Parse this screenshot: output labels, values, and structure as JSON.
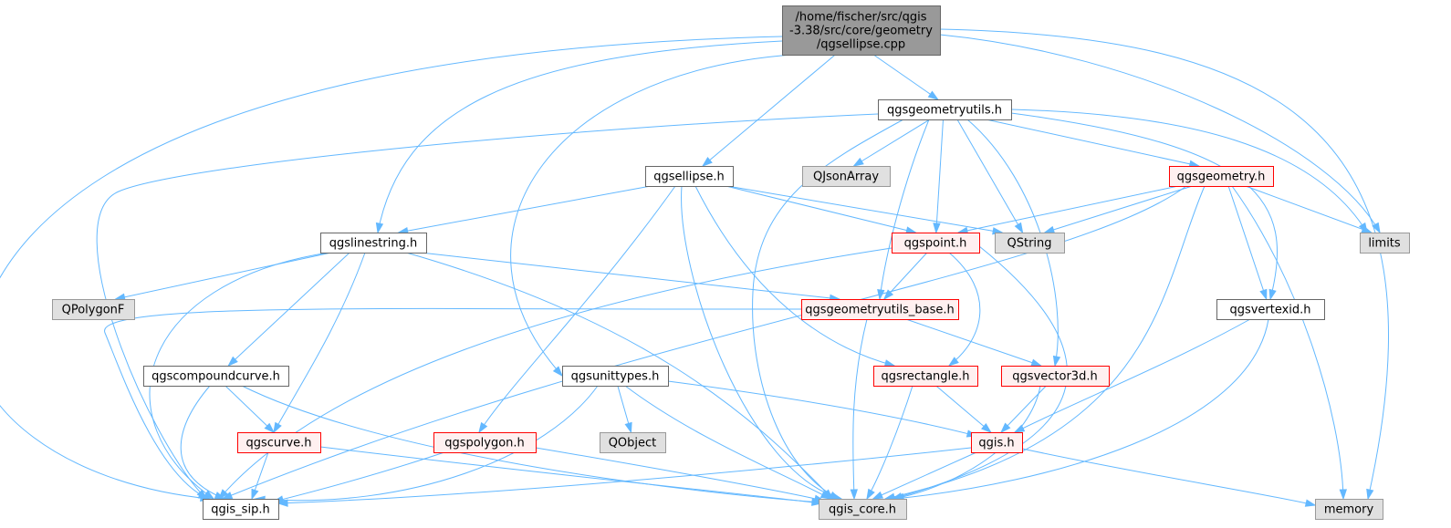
{
  "colors": {
    "edge": "#63b8ff",
    "root_fill": "#999999",
    "root_border": "#666666",
    "file_fill": "#ffffff",
    "file_border": "#666666",
    "truncated_fill": "#fff0f0",
    "truncated_border": "#ff0000",
    "external_fill": "#e0e0e0",
    "external_border": "#999999"
  },
  "nodes": [
    {
      "id": "root",
      "kind": "root",
      "lines": [
        "/home/fischer/src/qgis",
        "-3.38/src/core/geometry",
        "/qgsellipse.cpp"
      ]
    },
    {
      "id": "geometryutils",
      "kind": "file",
      "lines": [
        "qgsgeometryutils.h"
      ]
    },
    {
      "id": "ellipse",
      "kind": "file",
      "lines": [
        "qgsellipse.h"
      ]
    },
    {
      "id": "qjsonarray",
      "kind": "external",
      "lines": [
        "QJsonArray"
      ]
    },
    {
      "id": "geometry",
      "kind": "truncated",
      "lines": [
        "qgsgeometry.h"
      ]
    },
    {
      "id": "linestring",
      "kind": "file",
      "lines": [
        "qgslinestring.h"
      ]
    },
    {
      "id": "point",
      "kind": "truncated",
      "lines": [
        "qgspoint.h"
      ]
    },
    {
      "id": "qstring",
      "kind": "external",
      "lines": [
        "QString"
      ]
    },
    {
      "id": "limits",
      "kind": "external",
      "lines": [
        "limits"
      ]
    },
    {
      "id": "qpolygonf",
      "kind": "external",
      "lines": [
        "QPolygonF"
      ]
    },
    {
      "id": "geomutilsbase",
      "kind": "truncated",
      "lines": [
        "qgsgeometryutils_base.h"
      ]
    },
    {
      "id": "vertexid",
      "kind": "file",
      "lines": [
        "qgsvertexid.h"
      ]
    },
    {
      "id": "compoundcurve",
      "kind": "file",
      "lines": [
        "qgscompoundcurve.h"
      ]
    },
    {
      "id": "unittypes",
      "kind": "file",
      "lines": [
        "qgsunittypes.h"
      ]
    },
    {
      "id": "rectangle",
      "kind": "truncated",
      "lines": [
        "qgsrectangle.h"
      ]
    },
    {
      "id": "vector3d",
      "kind": "truncated",
      "lines": [
        "qgsvector3d.h"
      ]
    },
    {
      "id": "curve",
      "kind": "truncated",
      "lines": [
        "qgscurve.h"
      ]
    },
    {
      "id": "polygon",
      "kind": "truncated",
      "lines": [
        "qgspolygon.h"
      ]
    },
    {
      "id": "qobject",
      "kind": "external",
      "lines": [
        "QObject"
      ]
    },
    {
      "id": "qgis",
      "kind": "truncated",
      "lines": [
        "qgis.h"
      ]
    },
    {
      "id": "sip",
      "kind": "file",
      "lines": [
        "qgis_sip.h"
      ]
    },
    {
      "id": "core",
      "kind": "external",
      "lines": [
        "qgis_core.h"
      ]
    },
    {
      "id": "memory",
      "kind": "external",
      "lines": [
        "memory"
      ]
    }
  ],
  "edges": [
    [
      "root",
      "geometryutils"
    ],
    [
      "root",
      "ellipse"
    ],
    [
      "root",
      "linestring"
    ],
    [
      "root",
      "unittypes"
    ],
    [
      "root",
      "limits"
    ],
    [
      "root",
      "memory"
    ],
    [
      "root",
      "sip"
    ],
    [
      "geometryutils",
      "qjsonarray"
    ],
    [
      "geometryutils",
      "geometry"
    ],
    [
      "geometryutils",
      "point"
    ],
    [
      "geometryutils",
      "qstring"
    ],
    [
      "geometryutils",
      "limits"
    ],
    [
      "geometryutils",
      "geomutilsbase"
    ],
    [
      "geometryutils",
      "vertexid"
    ],
    [
      "geometryutils",
      "vector3d"
    ],
    [
      "geometryutils",
      "core"
    ],
    [
      "geometryutils",
      "sip"
    ],
    [
      "ellipse",
      "linestring"
    ],
    [
      "ellipse",
      "point"
    ],
    [
      "ellipse",
      "qstring"
    ],
    [
      "ellipse",
      "rectangle"
    ],
    [
      "ellipse",
      "polygon"
    ],
    [
      "ellipse",
      "core"
    ],
    [
      "geometry",
      "point"
    ],
    [
      "geometry",
      "qstring"
    ],
    [
      "geometry",
      "limits"
    ],
    [
      "geometry",
      "vertexid"
    ],
    [
      "geometry",
      "memory"
    ],
    [
      "geometry",
      "core"
    ],
    [
      "geometry",
      "sip"
    ],
    [
      "linestring",
      "qpolygonf"
    ],
    [
      "linestring",
      "geomutilsbase"
    ],
    [
      "linestring",
      "compoundcurve"
    ],
    [
      "linestring",
      "curve"
    ],
    [
      "linestring",
      "sip"
    ],
    [
      "linestring",
      "core"
    ],
    [
      "point",
      "geomutilsbase"
    ],
    [
      "point",
      "rectangle"
    ],
    [
      "point",
      "core"
    ],
    [
      "point",
      "sip"
    ],
    [
      "geomutilsbase",
      "vector3d"
    ],
    [
      "geomutilsbase",
      "core"
    ],
    [
      "geomutilsbase",
      "sip"
    ],
    [
      "vertexid",
      "qgis"
    ],
    [
      "vertexid",
      "core"
    ],
    [
      "compoundcurve",
      "curve"
    ],
    [
      "compoundcurve",
      "sip"
    ],
    [
      "compoundcurve",
      "core"
    ],
    [
      "unittypes",
      "qobject"
    ],
    [
      "unittypes",
      "qgis"
    ],
    [
      "unittypes",
      "core"
    ],
    [
      "unittypes",
      "sip"
    ],
    [
      "rectangle",
      "qgis"
    ],
    [
      "rectangle",
      "core"
    ],
    [
      "vector3d",
      "qgis"
    ],
    [
      "vector3d",
      "core"
    ],
    [
      "curve",
      "sip"
    ],
    [
      "curve",
      "core"
    ],
    [
      "polygon",
      "sip"
    ],
    [
      "polygon",
      "core"
    ],
    [
      "qgis",
      "sip"
    ],
    [
      "qgis",
      "core"
    ],
    [
      "qgis",
      "memory"
    ]
  ]
}
